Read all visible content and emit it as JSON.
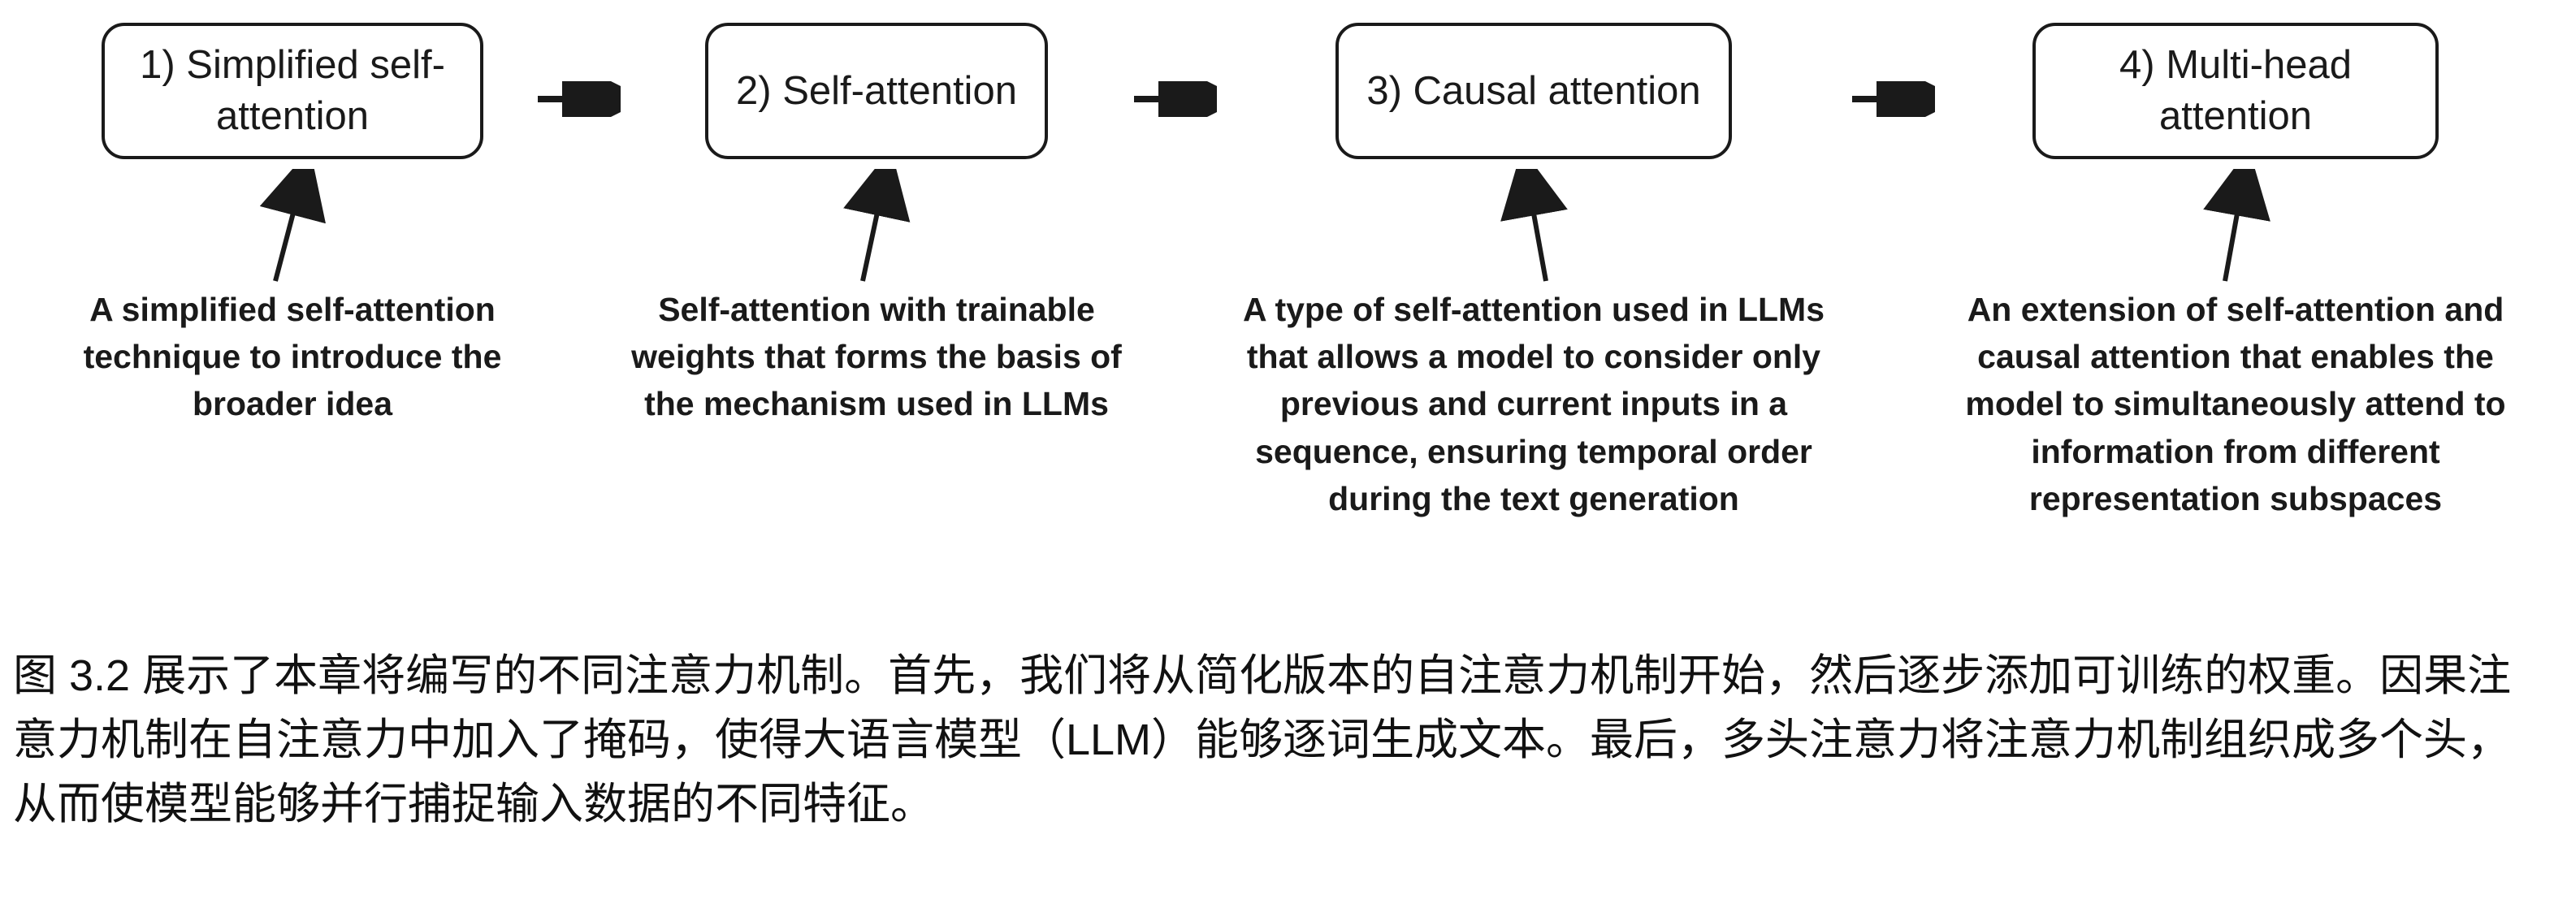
{
  "figure": {
    "stages": [
      {
        "label": "1) Simplified self-attention",
        "description": "A simplified self-attention technique to introduce the broader idea"
      },
      {
        "label": "2) Self-attention",
        "description": "Self-attention with trainable weights that forms the basis of the mechanism used in LLMs"
      },
      {
        "label": "3) Causal attention",
        "description": "A type of self-attention used in LLMs that allows a model to consider only previous and current inputs in a sequence, ensuring temporal order during the text generation"
      },
      {
        "label": "4) Multi-head attention",
        "description": "An extension of self-attention and causal attention that enables the model to simultaneously attend to information from different representation subspaces"
      }
    ],
    "caption": "图 3.2 展示了本章将编写的不同注意力机制。首先，我们将从简化版本的自注意力机制开始，然后逐步添加可训练的权重。因果注意力机制在自注意力中加入了掩码，使得大语言模型（LLM）能够逐词生成文本。最后，多头注意力将注意力机制组织成多个头，从而使模型能够并行捕捉输入数据的不同特征。"
  },
  "colors": {
    "ink": "#1a1a1a",
    "background": "#ffffff"
  }
}
